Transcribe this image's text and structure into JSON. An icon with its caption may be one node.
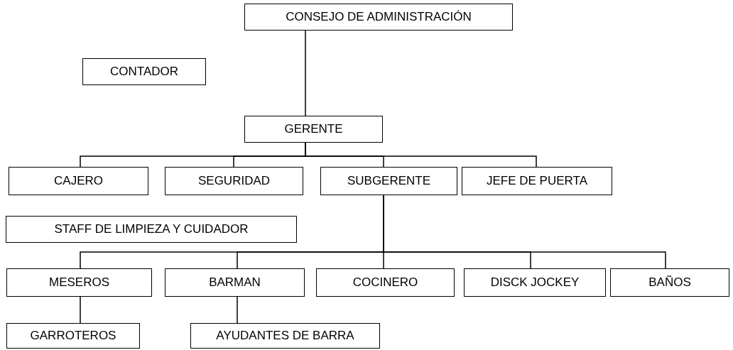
{
  "diagram": {
    "nodes": [
      {
        "text": [
          "CONSEJO DE ADMINISTRACIÓN"
        ]
      },
      {
        "text": [
          "CONTADOR"
        ]
      },
      {
        "text": [
          "GERENTE"
        ]
      },
      {
        "text": [
          "CAJERO"
        ]
      },
      {
        "text": [
          "SEGURIDAD"
        ]
      },
      {
        "text": [
          "SUBGERENTE"
        ]
      },
      {
        "text": [
          "JEFE DE PUERTA"
        ]
      },
      {
        "text": [
          "STAFF DE LIMPIEZA Y CUIDADOR"
        ]
      },
      {
        "text": [
          "MESEROS"
        ]
      },
      {
        "text": [
          "BARMAN"
        ]
      },
      {
        "text": [
          "COCINERO"
        ]
      },
      {
        "text": [
          "DISCK JOCKEY"
        ]
      },
      {
        "text": [
          "BAÑOS"
        ]
      },
      {
        "text": [
          "GARROTEROS"
        ]
      },
      {
        "text": [
          "AYUDANTES DE BARRA"
        ]
      }
    ],
    "edges": [
      {
        "from": 0,
        "to": 2,
        "arrow": "none"
      },
      {
        "from": 2,
        "to": 3,
        "arrow": "none"
      },
      {
        "from": 2,
        "to": 4,
        "arrow": "none"
      },
      {
        "from": 2,
        "to": 5,
        "arrow": "none"
      },
      {
        "from": 2,
        "to": 6,
        "arrow": "none"
      },
      {
        "from": 5,
        "to": 8,
        "arrow": "none"
      },
      {
        "from": 5,
        "to": 9,
        "arrow": "none"
      },
      {
        "from": 5,
        "to": 10,
        "arrow": "none"
      },
      {
        "from": 5,
        "to": 11,
        "arrow": "none"
      },
      {
        "from": 5,
        "to": 12,
        "arrow": "none"
      },
      {
        "from": 8,
        "to": 13,
        "arrow": "none"
      },
      {
        "from": 9,
        "to": 14,
        "arrow": "none"
      }
    ]
  }
}
